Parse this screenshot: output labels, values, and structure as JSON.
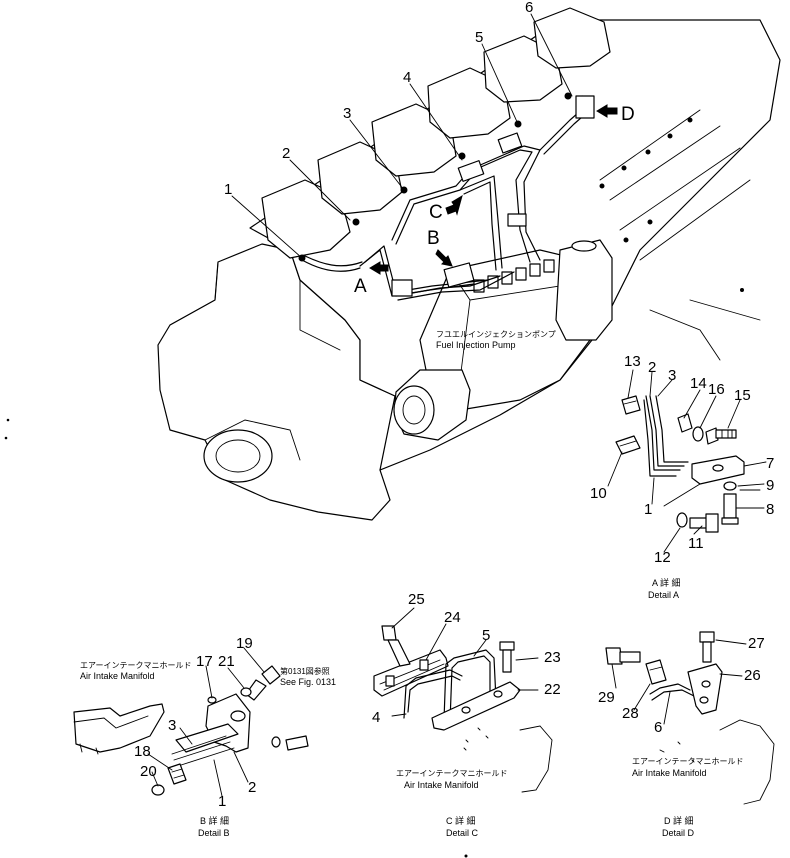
{
  "main": {
    "view_letters": {
      "a": "A",
      "b": "B",
      "c": "C",
      "d": "D"
    },
    "fuel_pump_jp": "フユエルインジェクションポンプ",
    "fuel_pump_en": "Fuel Injection Pump",
    "callouts": [
      "1",
      "2",
      "3",
      "4",
      "5",
      "6"
    ]
  },
  "detail_a": {
    "callouts": [
      "13",
      "2",
      "3",
      "14",
      "16",
      "15",
      "7",
      "9",
      "8",
      "10",
      "1",
      "12",
      "11"
    ],
    "title_jp": "A 詳 細",
    "title_en": "Detail A"
  },
  "detail_b": {
    "manifold_jp": "エアーインテークマニホールド",
    "manifold_en": "Air Intake Manifold",
    "ref_jp": "第0131図参照",
    "ref_en": "See Fig. 0131",
    "callouts": [
      "19",
      "17",
      "21",
      "3",
      "18",
      "20",
      "2",
      "1"
    ],
    "title_jp": "B 詳 細",
    "title_en": "Detail B"
  },
  "detail_c": {
    "callouts": [
      "25",
      "24",
      "5",
      "23",
      "22",
      "4"
    ],
    "manifold_jp": "エアーインテークマニホールド",
    "manifold_en": "Air Intake Manifold",
    "title_jp": "C 詳 細",
    "title_en": "Detail C"
  },
  "detail_d": {
    "callouts": [
      "27",
      "29",
      "26",
      "28",
      "6"
    ],
    "manifold_jp": "エアーインテークマニホールド",
    "manifold_en": "Air Intake Manifold",
    "title_jp": "D 詳 細",
    "title_en": "Detail D"
  }
}
